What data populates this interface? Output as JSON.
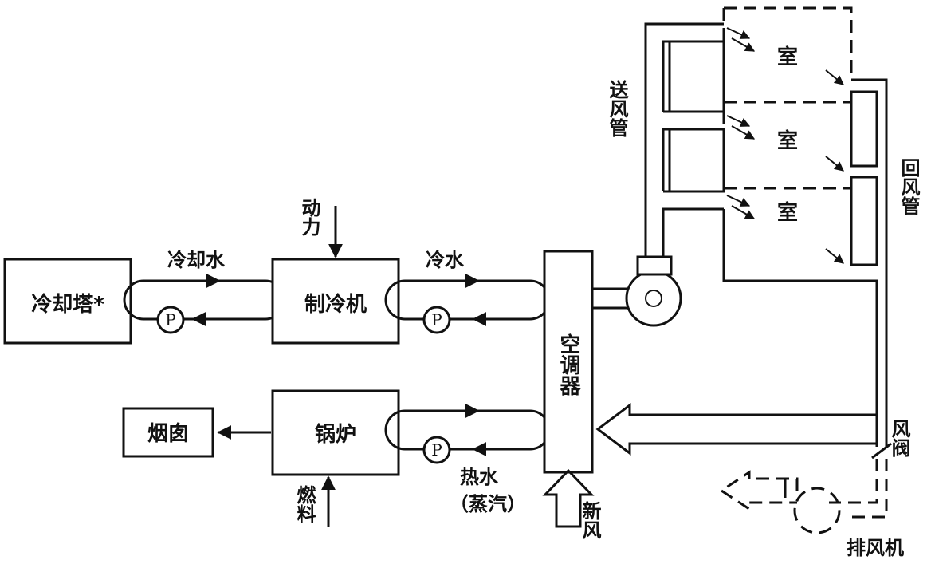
{
  "labels": {
    "cooling_tower": "冷却塔*",
    "chiller": "制冷机",
    "boiler": "锅炉",
    "chimney": "烟囱",
    "ahu": "空调器",
    "cooling_water": "冷却水",
    "power": "动力",
    "chilled_water": "冷水",
    "hot_water": "热水",
    "steam": "（蒸汽）",
    "fuel": "燃料",
    "fresh_air": "新风",
    "supply_duct": "送风管",
    "return_duct": "回风管",
    "damper": "风阀",
    "exhaust_fan": "排风机",
    "room": "室",
    "pump": "P"
  }
}
